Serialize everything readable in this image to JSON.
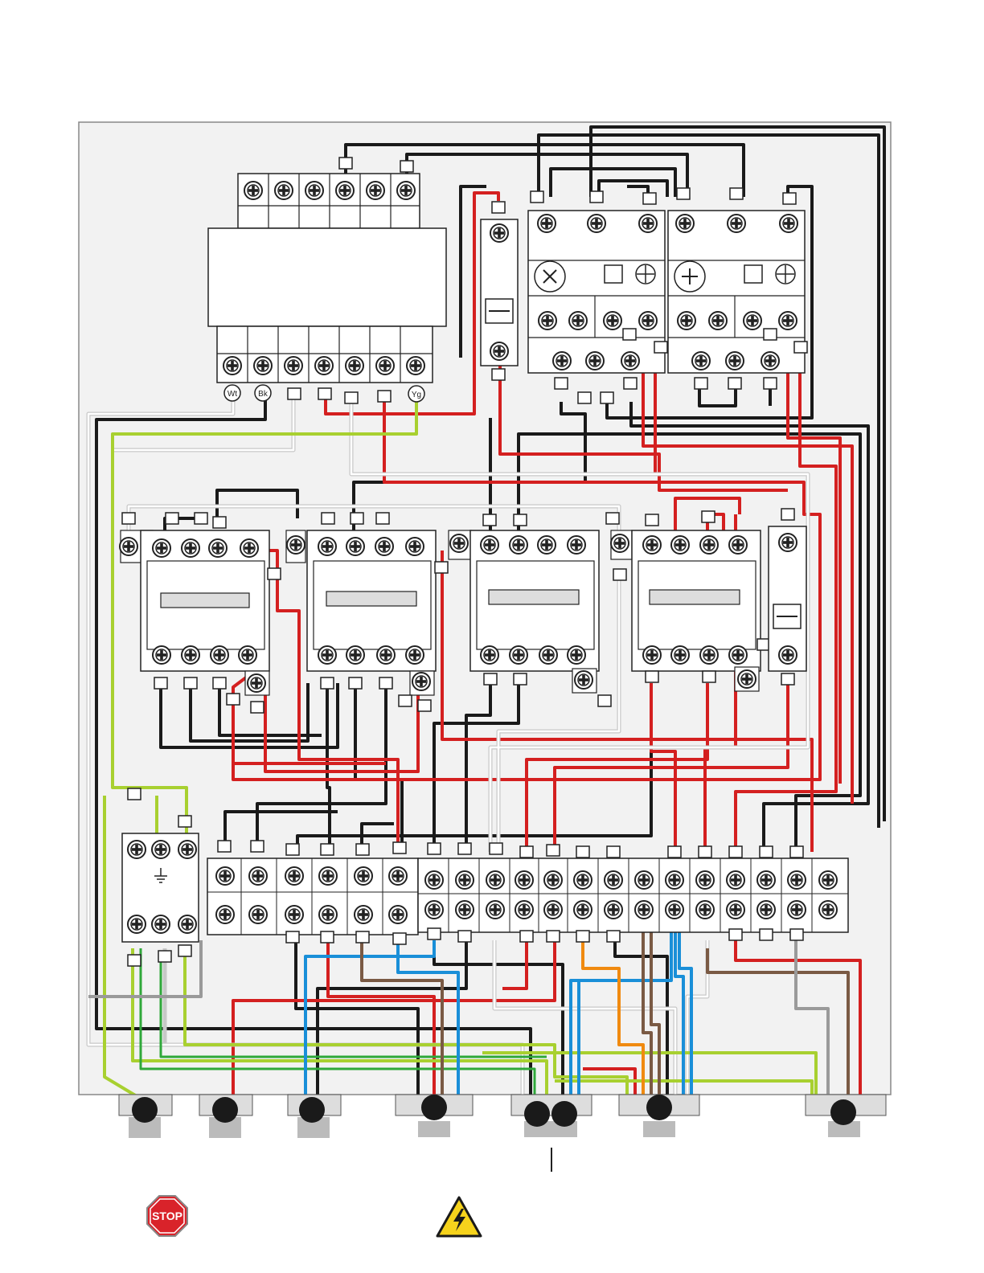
{
  "diagram": {
    "wire_tags": {
      "white": "Wt",
      "black": "Bk",
      "yellow_green": "Yg"
    },
    "stop_sign_text": "STOP",
    "warning_icon": "high-voltage-icon",
    "stop_icon": "stop-sign-icon"
  },
  "colors": {
    "panel_bg": "#f2f2f2",
    "wire_black": "#1a1a1a",
    "wire_red": "#d42020",
    "wire_white": "#ffffff",
    "wire_yellow_green": "#a8d030",
    "wire_green": "#2fa83a",
    "wire_blue": "#1a8fd8",
    "wire_brown": "#7a5a44",
    "wire_orange": "#f08a10",
    "wire_gray": "#999999",
    "stop_red": "#d9232a",
    "warning_yellow": "#f6d31c"
  }
}
